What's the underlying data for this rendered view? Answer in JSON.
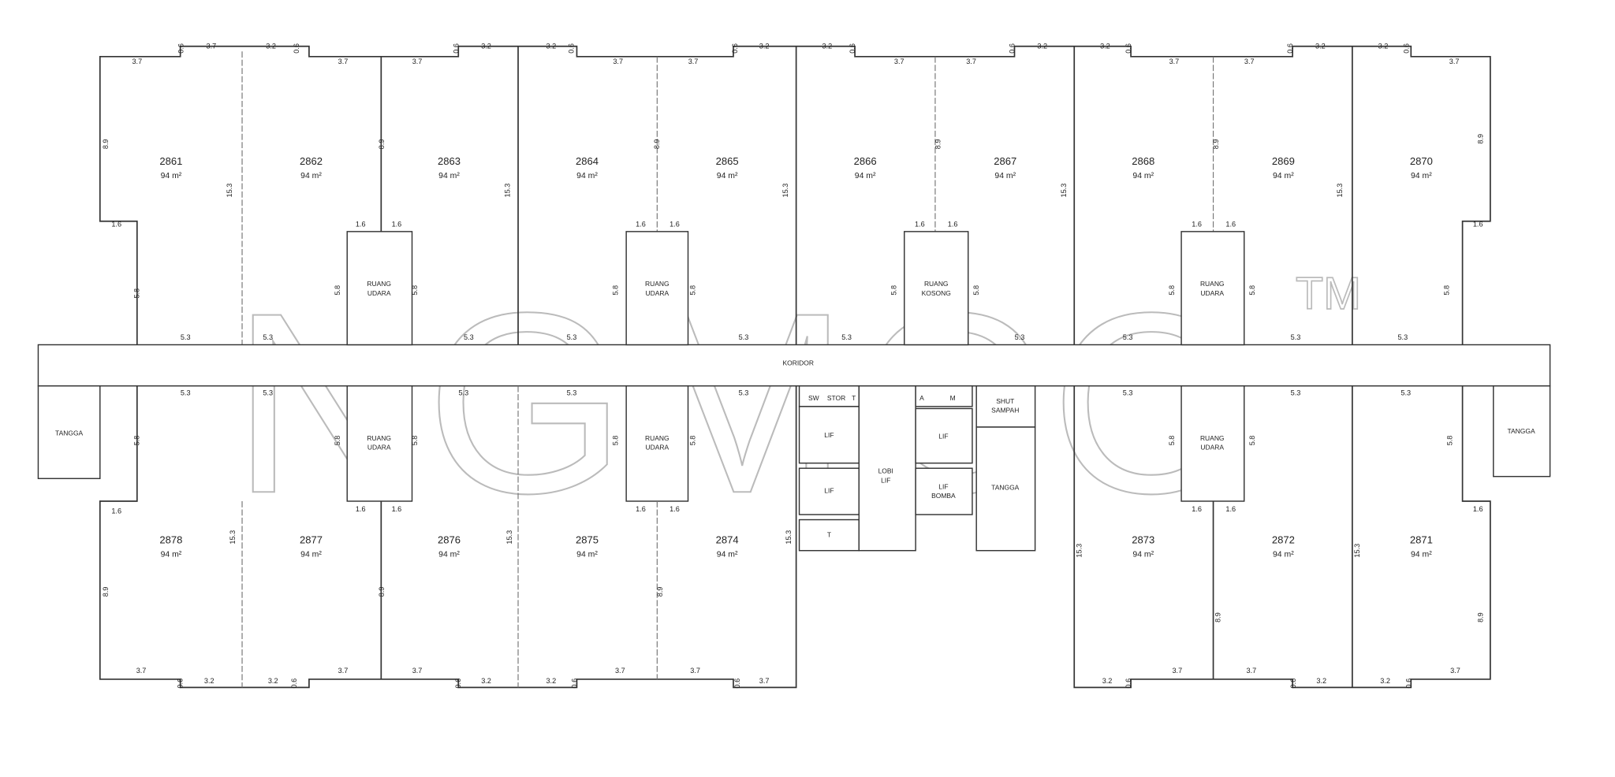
{
  "plan": {
    "corridor_label": "KORIDOR",
    "top_units": [
      {
        "no": "2861",
        "area": "94 m²"
      },
      {
        "no": "2862",
        "area": "94 m²"
      },
      {
        "no": "2863",
        "area": "94 m²"
      },
      {
        "no": "2864",
        "area": "94 m²"
      },
      {
        "no": "2865",
        "area": "94 m²"
      },
      {
        "no": "2866",
        "area": "94 m²"
      },
      {
        "no": "2867",
        "area": "94 m²"
      },
      {
        "no": "2868",
        "area": "94 m²"
      },
      {
        "no": "2869",
        "area": "94 m²"
      },
      {
        "no": "2870",
        "area": "94 m²"
      }
    ],
    "bottom_units": [
      {
        "no": "2878",
        "area": "94 m²"
      },
      {
        "no": "2877",
        "area": "94 m²"
      },
      {
        "no": "2876",
        "area": "94 m²"
      },
      {
        "no": "2875",
        "area": "94 m²"
      },
      {
        "no": "2874",
        "area": "94 m²"
      },
      {
        "no": "2873",
        "area": "94 m²"
      },
      {
        "no": "2872",
        "area": "94 m²"
      },
      {
        "no": "2871",
        "area": "94 m²"
      }
    ],
    "rooms": {
      "ruang": "RUANG",
      "udara": "UDARA",
      "kosong": "KOSONG",
      "tangga": "TANGGA",
      "lobi": "LOBI",
      "lif": "LIF",
      "bomba": "BOMBA",
      "shut": "SHUT",
      "sampah": "SAMPAH",
      "m": "M",
      "a": "A",
      "t": "T",
      "sw": "SW",
      "stor": "STOR"
    },
    "dims": [
      "3.7",
      "0.6",
      "3.7",
      "3.2",
      "0.6",
      "3.7",
      "3.7",
      "0.6",
      "3.2",
      "3.2",
      "0.6",
      "3.7",
      "3.7",
      "0.6",
      "3.2",
      "3.2",
      "0.6",
      "3.7",
      "3.7",
      "0.6",
      "3.2",
      "3.2",
      "0.6",
      "3.7",
      "3.7",
      "0.6",
      "3.2",
      "3.2",
      "0.6",
      "3.7",
      "8.9",
      "8.9",
      "8.9",
      "8.9",
      "8.9",
      "8.9",
      "15.3",
      "15.3",
      "15.3",
      "15.3",
      "15.3",
      "1.6",
      "1.6",
      "1.6",
      "1.6",
      "1.6",
      "1.6",
      "1.6",
      "1.6",
      "1.6",
      "1.6",
      "5.8",
      "5.8",
      "5.8",
      "5.8",
      "5.8",
      "5.8",
      "5.8",
      "5.8",
      "5.8",
      "5.8",
      "5.3",
      "5.3",
      "5.3",
      "5.3",
      "5.3",
      "5.3",
      "5.3",
      "5.3",
      "5.3",
      "5.3",
      "5.3",
      "5.3",
      "5.3",
      "5.3",
      "5.3",
      "5.3",
      "5.3",
      "5.3",
      "5.8",
      "5.8",
      "5.8",
      "5.8",
      "5.8",
      "5.8",
      "5.8",
      "5.8",
      "1.6",
      "1.6",
      "1.6",
      "1.6",
      "1.6",
      "1.6",
      "1.6",
      "1.6",
      "15.3",
      "15.3",
      "15.3",
      "15.3",
      "15.3",
      "8.9",
      "8.9",
      "8.9",
      "8.9",
      "8.9",
      "3.7",
      "0.6",
      "3.2",
      "3.2",
      "0.6",
      "3.7",
      "3.7",
      "0.6",
      "3.2",
      "3.2",
      "0.6",
      "3.7",
      "3.7",
      "0.6",
      "3.7",
      "3.2",
      "0.6",
      "3.7",
      "3.7",
      "0.6",
      "3.2",
      "3.2",
      "0.6",
      "3.7"
    ]
  },
  "watermark": {
    "text": "NGMCO",
    "tm": "TM"
  }
}
